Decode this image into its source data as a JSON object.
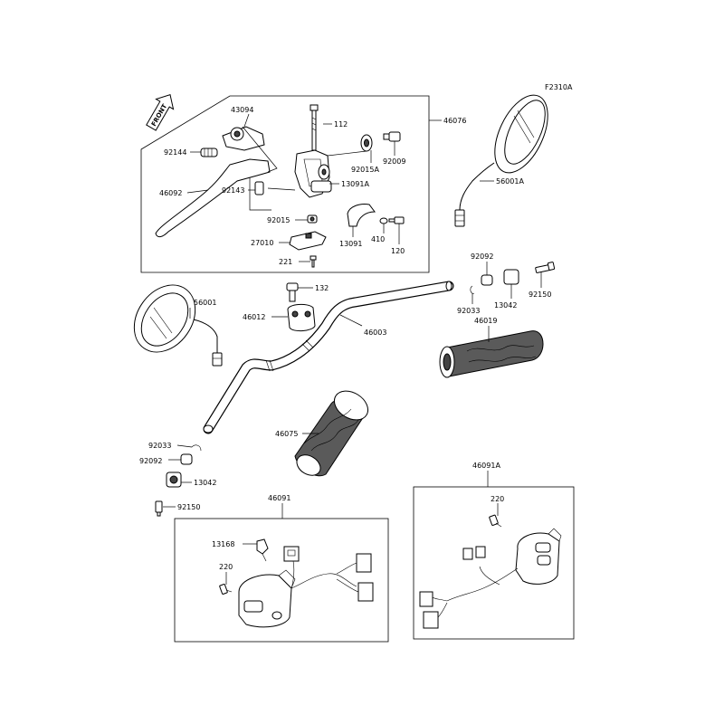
{
  "drawing_code": "F2310A",
  "front_label": "FRONT",
  "parts": {
    "p43094": "43094",
    "p112": "112",
    "p46076": "46076",
    "p92144": "92144",
    "p92009": "92009",
    "p92015A": "92015A",
    "p13091A": "13091A",
    "p46092": "46092",
    "p92143": "92143",
    "p92015": "92015",
    "p13091": "13091",
    "p410": "410",
    "p120": "120",
    "p27010": "27010",
    "p221": "221",
    "p56001A": "56001A",
    "p92092_r": "92092",
    "p13042_r": "13042",
    "p92150_r": "92150",
    "p92033_r": "92033",
    "p46019": "46019",
    "p56001": "56001",
    "p132": "132",
    "p46012": "46012",
    "p46003": "46003",
    "p46075": "46075",
    "p92033_l": "92033",
    "p92092_l": "92092",
    "p13042_l": "13042",
    "p92150_l": "92150",
    "p46091": "46091",
    "p13168": "13168",
    "p220_l": "220",
    "p46091A": "46091A",
    "p220_r": "220"
  }
}
